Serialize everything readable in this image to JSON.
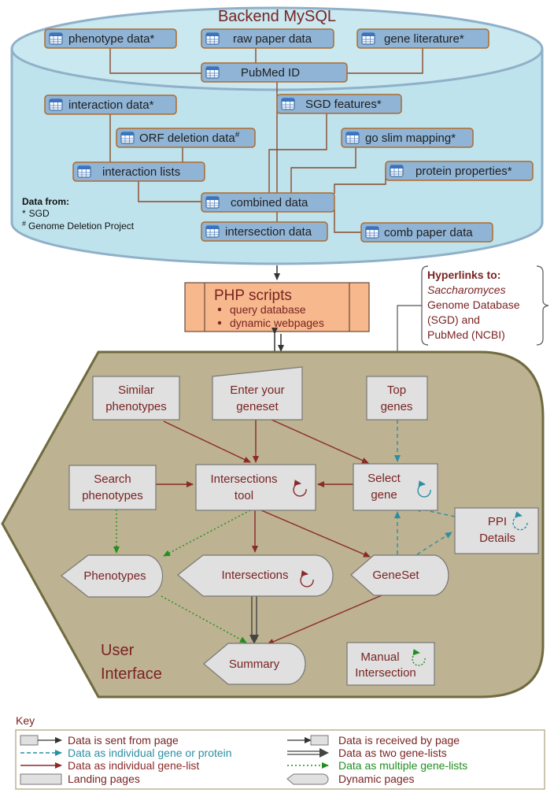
{
  "database": {
    "title": "Backend MySQL",
    "tables": {
      "phenotype_data": "phenotype data*",
      "raw_paper_data": "raw paper data",
      "gene_literature": "gene literature*",
      "pubmed_id": "PubMed ID",
      "interaction_data": "interaction data*",
      "sgd_features": "SGD features*",
      "orf_deletion_data": "ORF deletion data",
      "orf_deletion_mark": "#",
      "go_slim_mapping": "go slim mapping*",
      "interaction_lists": "interaction lists",
      "protein_properties": "protein properties*",
      "combined_data": "combined data",
      "intersection_data": "intersection data",
      "comb_paper_data": "comb paper data"
    },
    "sources": {
      "heading": "Data from:",
      "sgd_mark": "*",
      "sgd": "SGD",
      "gdp_mark": "#",
      "gdp": "Genome Deletion Project"
    }
  },
  "php": {
    "title": "PHP scripts",
    "items": [
      "query database",
      "dynamic webpages"
    ]
  },
  "hyperlinks": {
    "heading": "Hyperlinks to:",
    "line1": "Saccharomyces",
    "line2": "Genome Database",
    "line3": "(SGD) and",
    "line4": "PubMed (NCBI)"
  },
  "ui": {
    "label_line1": "User",
    "label_line2": "Interface",
    "nodes": {
      "similar_1": "Similar",
      "similar_2": "phenotypes",
      "enter_1": "Enter your",
      "enter_2": "geneset",
      "top_1": "Top",
      "top_2": "genes",
      "search_1": "Search",
      "search_2": "phenotypes",
      "intersections_tool_1": "Intersections",
      "intersections_tool_2": "tool",
      "select_1": "Select",
      "select_2": "gene",
      "ppi_1": "PPI",
      "ppi_2": "Details",
      "phenotypes": "Phenotypes",
      "intersections": "Intersections",
      "geneset": "GeneSet",
      "summary": "Summary",
      "manual_1": "Manual",
      "manual_2": "Intersection"
    }
  },
  "key": {
    "title": "Key",
    "items": {
      "sent": "Data is sent from page",
      "individual_gene": "Data as individual gene or protein",
      "individual_list": "Data as individual gene-list",
      "landing": "Landing pages",
      "received": "Data is received by page",
      "two_lists": "Data as two gene-lists",
      "multiple_lists": "Data as multiple gene-lists",
      "dynamic": "Dynamic pages"
    }
  },
  "colors": {
    "cylinder_fill": "#bfe3ec",
    "cylinder_stroke": "#8fb0c8",
    "table_fill": "#8fb4d6",
    "table_stroke": "#b06a2a",
    "php_fill": "#f6b88c",
    "ui_fill": "#bdb291",
    "ui_stroke": "#6f6a3f",
    "node_fill": "#e0e0e0",
    "text_red": "#7a2323",
    "teal": "#2b8fa3",
    "green": "#1f8f1f",
    "dark_red": "#8b2a2a"
  }
}
